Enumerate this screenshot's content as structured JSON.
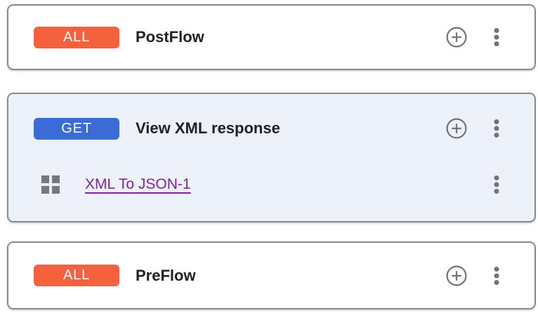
{
  "flow_list": {
    "flows": [
      {
        "method_badge": "ALL",
        "badge_color": "#f4623d",
        "title": "PostFlow",
        "selected": false,
        "policies": []
      },
      {
        "method_badge": "GET",
        "badge_color": "#3b6cd6",
        "title": "View XML response",
        "selected": true,
        "policies": [
          {
            "name": "XML To JSON-1"
          }
        ]
      },
      {
        "method_badge": "ALL",
        "badge_color": "#f4623d",
        "title": "PreFlow",
        "selected": false,
        "policies": []
      }
    ]
  },
  "icons": {
    "add_step": "plus-circle-icon",
    "more_options": "kebab-menu-icon",
    "drag_handle": "grid-drag-handle-icon"
  },
  "colors": {
    "badge_all": "#f4623d",
    "badge_get": "#3b6cd6",
    "selected_flow_bg": "#edf1fa",
    "card_bg": "#ffffff",
    "card_border": "#85898d",
    "title_text": "#202124",
    "icon_gray": "#6f7377",
    "policy_link": "#7d23a5"
  }
}
